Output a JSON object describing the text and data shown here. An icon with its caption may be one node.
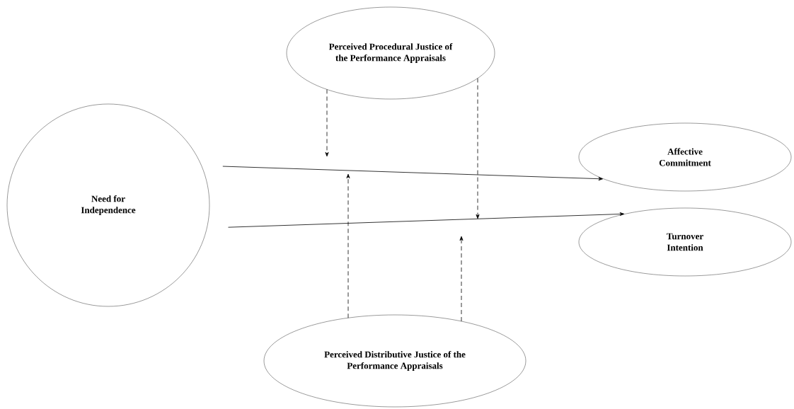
{
  "diagram": {
    "nodes": [
      {
        "text": [
          "Perceived Procedural Justice of the Performance Appraisals"
        ]
      },
      {
        "text": [
          "Need for Independence"
        ]
      },
      {
        "text": [
          "Affective Commitment"
        ]
      },
      {
        "text": [
          "Turnover Intention"
        ]
      },
      {
        "text": [
          "Perceived Distributive Justice of the Performance Appraisals"
        ]
      }
    ],
    "edges": [
      {
        "from": 1,
        "to": 2,
        "arrow": "to"
      },
      {
        "from": 1,
        "to": 3,
        "arrow": "to"
      },
      {
        "from": 0,
        "to": null,
        "arrow": "to",
        "style": "dashed"
      },
      {
        "from": 0,
        "to": null,
        "arrow": "to",
        "style": "dashed"
      },
      {
        "from": 4,
        "to": null,
        "arrow": "to",
        "style": "dashed"
      },
      {
        "from": 4,
        "to": null,
        "arrow": "to",
        "style": "dashed"
      }
    ]
  }
}
